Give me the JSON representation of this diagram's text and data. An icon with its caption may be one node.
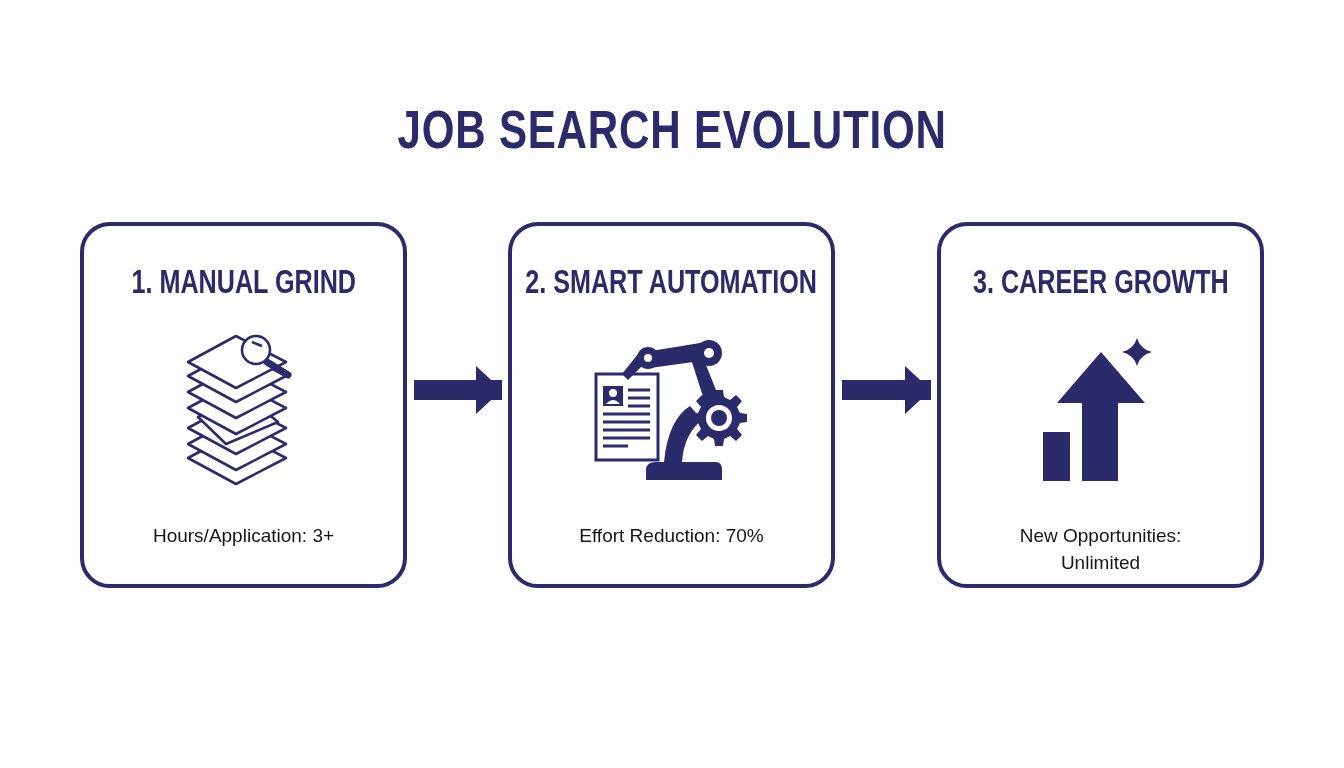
{
  "diagram": {
    "title": "JOB SEARCH EVOLUTION",
    "nodes": [
      {
        "text": [
          "1. MANUAL GRIND",
          "Hours/Application: 3+"
        ]
      },
      {
        "text": [
          "2. SMART AUTOMATION",
          "Effort Reduction: 70%"
        ]
      },
      {
        "text": [
          "3. CAREER GROWTH",
          "New Opportunities: Unlimited"
        ]
      }
    ],
    "edges": [
      {
        "from": 0,
        "to": 1,
        "arrow": "to"
      },
      {
        "from": 1,
        "to": 2,
        "arrow": "to"
      }
    ]
  }
}
